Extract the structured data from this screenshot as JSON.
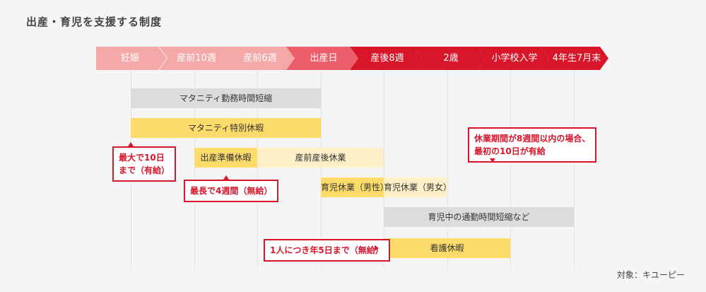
{
  "title": "出産・育児を支援する制度",
  "stages": [
    {
      "label": "妊娠",
      "color": "#f5a8a8"
    },
    {
      "label": "産前10週",
      "color": "#f5a8a8"
    },
    {
      "label": "産前6週",
      "color": "#f5a8a8"
    },
    {
      "label": "出産日",
      "color": "#ee5d6a"
    },
    {
      "label": "産後8週",
      "color": "#d9152a"
    },
    {
      "label": "2歳",
      "color": "#d9152a"
    },
    {
      "label": "小学校入学",
      "color": "#d9152a"
    },
    {
      "label": "4年生7月末",
      "color": "#d9152a"
    }
  ],
  "bars": {
    "maternity_short_hours": "マタニティ勤務時間短縮",
    "maternity_special_leave": "マタニティ特別休暇",
    "birth_prep_leave": "出産準備休暇",
    "pre_post_natal_leave": "産前産後休業",
    "childcare_leave_male": "育児休業（男性）",
    "childcare_leave_both": "育児休業（男女）",
    "commute_short_hours": "育児中の通勤時間短縮など",
    "nursing_leave": "看護休暇"
  },
  "notes": {
    "max_10_days": "最大で10日\nまで（有給）",
    "max_4_weeks": "最長で4週間（無給）",
    "leave_8_weeks": "休業期間が8週間以内の場合、\n最初の10日が有給",
    "per_child_5_days": "1人につき年5日まで（無給）"
  },
  "footer": {
    "target": "対象：キユーピー"
  }
}
